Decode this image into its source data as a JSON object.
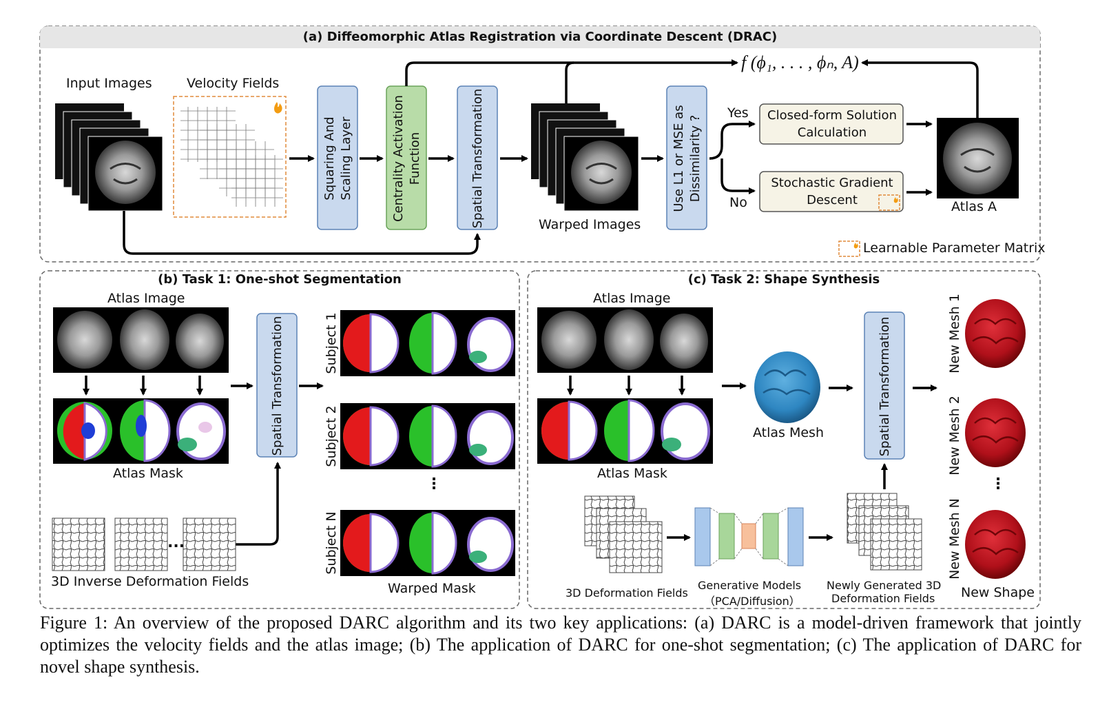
{
  "panel_a": {
    "title": "(a) Diffeomorphic Atlas Registration via Coordinate Descent (DRAC)",
    "input_images": "Input Images",
    "velocity_fields": "Velocity Fields",
    "squaring": "Squaring And Scaling Layer",
    "centrality": "Centrality Activation Function",
    "spatial": "Spatial Transformation",
    "warped_images": "Warped Images",
    "dissimilarity": "Use L1 or MSE as Dissimilarity ?",
    "yes": "Yes",
    "no": "No",
    "closed_form_1": "Closed-form Solution",
    "closed_form_2": "Calculation",
    "sgd_1": "Stochastic Gradient",
    "sgd_2": "Descent",
    "atlas_label": "Atlas A",
    "objective": "f (ϕ₁, . . . , ϕₙ, A)",
    "learnable": "Learnable Parameter Matrix"
  },
  "panel_b": {
    "title": "(b) Task 1: One-shot Segmentation",
    "atlas_image": "Atlas Image",
    "atlas_mask": "Atlas Mask",
    "spatial": "Spatial Transformation",
    "subject1": "Subject 1",
    "subject2": "Subject 2",
    "subjectN": "Subject N",
    "warped_mask": "Warped Mask",
    "deform_fields": "3D Inverse Deformation Fields",
    "dots": "⋮",
    "hdots": "..."
  },
  "panel_c": {
    "title": "(c)  Task 2: Shape Synthesis",
    "atlas_image": "Atlas Image",
    "atlas_mask": "Atlas Mask",
    "atlas_mesh": "Atlas Mesh",
    "spatial": "Spatial Transformation",
    "new_mesh_1": "New Mesh 1",
    "new_mesh_2": "New Mesh 2",
    "new_mesh_n": "New Mesh N",
    "new_shape": "New Shape",
    "deform_fields": "3D Deformation Fields",
    "gen_models_1": "Generative Models",
    "gen_models_2": "（PCA/Diffusion）",
    "new_fields_1": "Newly Generated 3D",
    "new_fields_2": "Deformation Fields",
    "dots": "⋮"
  },
  "caption": "Figure 1: An overview of the proposed DARC algorithm and its two key applications: (a) DARC is a model-driven framework that jointly optimizes the velocity fields and the atlas image; (b) The application of DARC for one-shot segmentation; (c) The application of DARC for novel shape synthesis.",
  "colors": {
    "blue_box": "#c9d9ee",
    "green_box": "#b8dca8",
    "cream_box": "#f6f3e6",
    "mesh_blue": "#2e86c1",
    "mesh_red": "#b0101a",
    "flame": "#f39c12"
  }
}
